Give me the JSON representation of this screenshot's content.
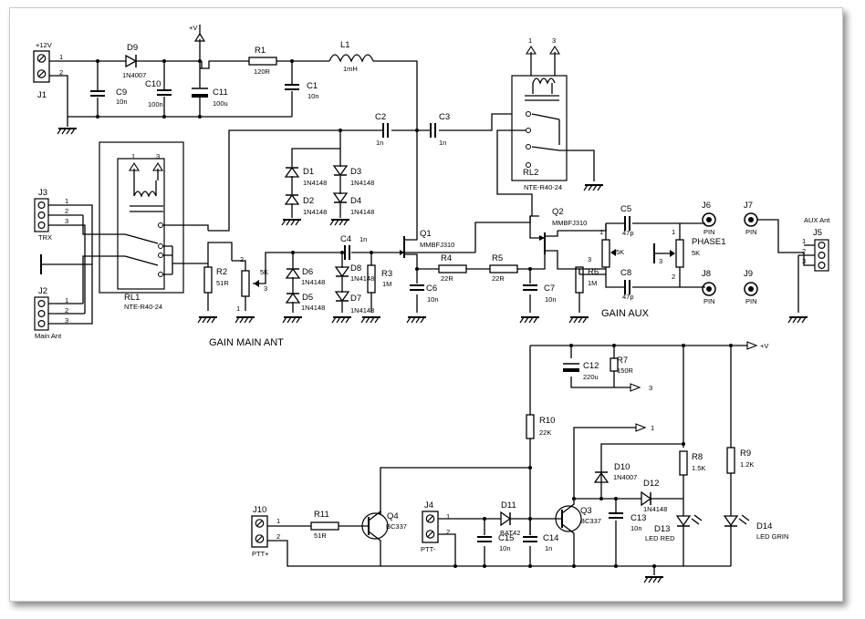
{
  "connectors": {
    "j1": {
      "ref": "J1",
      "net": "+12V",
      "pins": [
        "1",
        "2"
      ]
    },
    "j2": {
      "ref": "J2",
      "name": "Main Ant",
      "pins": [
        "1",
        "2",
        "3"
      ]
    },
    "j3": {
      "ref": "J3",
      "name": "TRX",
      "pins": [
        "1",
        "2",
        "3"
      ]
    },
    "j4": {
      "ref": "J4",
      "name": "PTT-",
      "pins": [
        "1",
        "2"
      ]
    },
    "j5": {
      "ref": "J5",
      "name": "AUX Ant",
      "pins": [
        "1",
        "2",
        "3"
      ]
    },
    "j6": {
      "ref": "J6",
      "value": "PIN"
    },
    "j7": {
      "ref": "J7",
      "value": "PIN"
    },
    "j8": {
      "ref": "J8",
      "value": "PIN"
    },
    "j9": {
      "ref": "J9",
      "value": "PIN"
    },
    "j10": {
      "ref": "J10",
      "name": "PTT+",
      "pins": [
        "1",
        "2"
      ]
    }
  },
  "capacitors": [
    {
      "ref": "C1",
      "value": "10n"
    },
    {
      "ref": "C2",
      "value": "1n"
    },
    {
      "ref": "C3",
      "value": "1n"
    },
    {
      "ref": "C4",
      "value": "1n"
    },
    {
      "ref": "C5",
      "value": "47p"
    },
    {
      "ref": "C6",
      "value": "10n"
    },
    {
      "ref": "C7",
      "value": "10n"
    },
    {
      "ref": "C8",
      "value": "47p"
    },
    {
      "ref": "C9",
      "value": "10n"
    },
    {
      "ref": "C10",
      "value": "100n"
    },
    {
      "ref": "C11",
      "value": "100u"
    },
    {
      "ref": "C12",
      "value": "220u"
    },
    {
      "ref": "C13",
      "value": "10n"
    },
    {
      "ref": "C14",
      "value": "1n"
    },
    {
      "ref": "C15",
      "value": "10n"
    }
  ],
  "resistors": [
    {
      "ref": "R1",
      "value": "120R"
    },
    {
      "ref": "R2",
      "value": "51R"
    },
    {
      "ref": "R3",
      "value": "1M"
    },
    {
      "ref": "R4",
      "value": "22R"
    },
    {
      "ref": "R5",
      "value": "22R"
    },
    {
      "ref": "R6",
      "value": "1M"
    },
    {
      "ref": "R7",
      "value": "150R"
    },
    {
      "ref": "R8",
      "value": "1.5K"
    },
    {
      "ref": "R9",
      "value": "1.2K"
    },
    {
      "ref": "R10",
      "value": "22K"
    },
    {
      "ref": "R11",
      "value": "51R"
    }
  ],
  "diodes": [
    {
      "ref": "D1",
      "value": "1N4148"
    },
    {
      "ref": "D2",
      "value": "1N4148"
    },
    {
      "ref": "D3",
      "value": "1N4148"
    },
    {
      "ref": "D4",
      "value": "1N4148"
    },
    {
      "ref": "D5",
      "value": "1N4148"
    },
    {
      "ref": "D6",
      "value": "1N4148"
    },
    {
      "ref": "D7",
      "value": "1N4148"
    },
    {
      "ref": "D8",
      "value": "1N4148"
    },
    {
      "ref": "D9",
      "value": "1N4007"
    },
    {
      "ref": "D10",
      "value": "1N4007"
    },
    {
      "ref": "D11",
      "value": "BAT42"
    },
    {
      "ref": "D12",
      "value": "1N4148"
    },
    {
      "ref": "D13",
      "value": "LED RED"
    },
    {
      "ref": "D14",
      "value": "LED GRIN"
    }
  ],
  "transistors": [
    {
      "ref": "Q1",
      "value": "MMBFJ310"
    },
    {
      "ref": "Q2",
      "value": "MMBFJ310"
    },
    {
      "ref": "Q3",
      "value": "BC337"
    },
    {
      "ref": "Q4",
      "value": "BC337"
    }
  ],
  "inductor": {
    "ref": "L1",
    "value": "1mH"
  },
  "relays": [
    {
      "ref": "RL1",
      "value": "NTE-R40-24"
    },
    {
      "ref": "RL2",
      "value": "NTE-R40-24"
    }
  ],
  "pots": {
    "gain_main": {
      "value": "5K",
      "pins": [
        "1",
        "2",
        "3"
      ]
    },
    "gain_aux": {
      "value": "5K",
      "pins": [
        "1",
        "3"
      ]
    },
    "phase": {
      "ref": "PHASE1",
      "value": "5K",
      "pins": [
        "1",
        "2",
        "3"
      ]
    }
  },
  "labels": {
    "gain_main_ant": "GAIN MAIN ANT",
    "gain_aux": "GAIN AUX",
    "vplus_top": "+V",
    "vplus_right": "+V",
    "net_1": "1",
    "net_3": "3",
    "rl_tag_1": "1",
    "rl_tag_3": "3"
  },
  "colors": {
    "ink": "#000000",
    "paper": "#ffffff",
    "frame": "#c9c9c9"
  }
}
